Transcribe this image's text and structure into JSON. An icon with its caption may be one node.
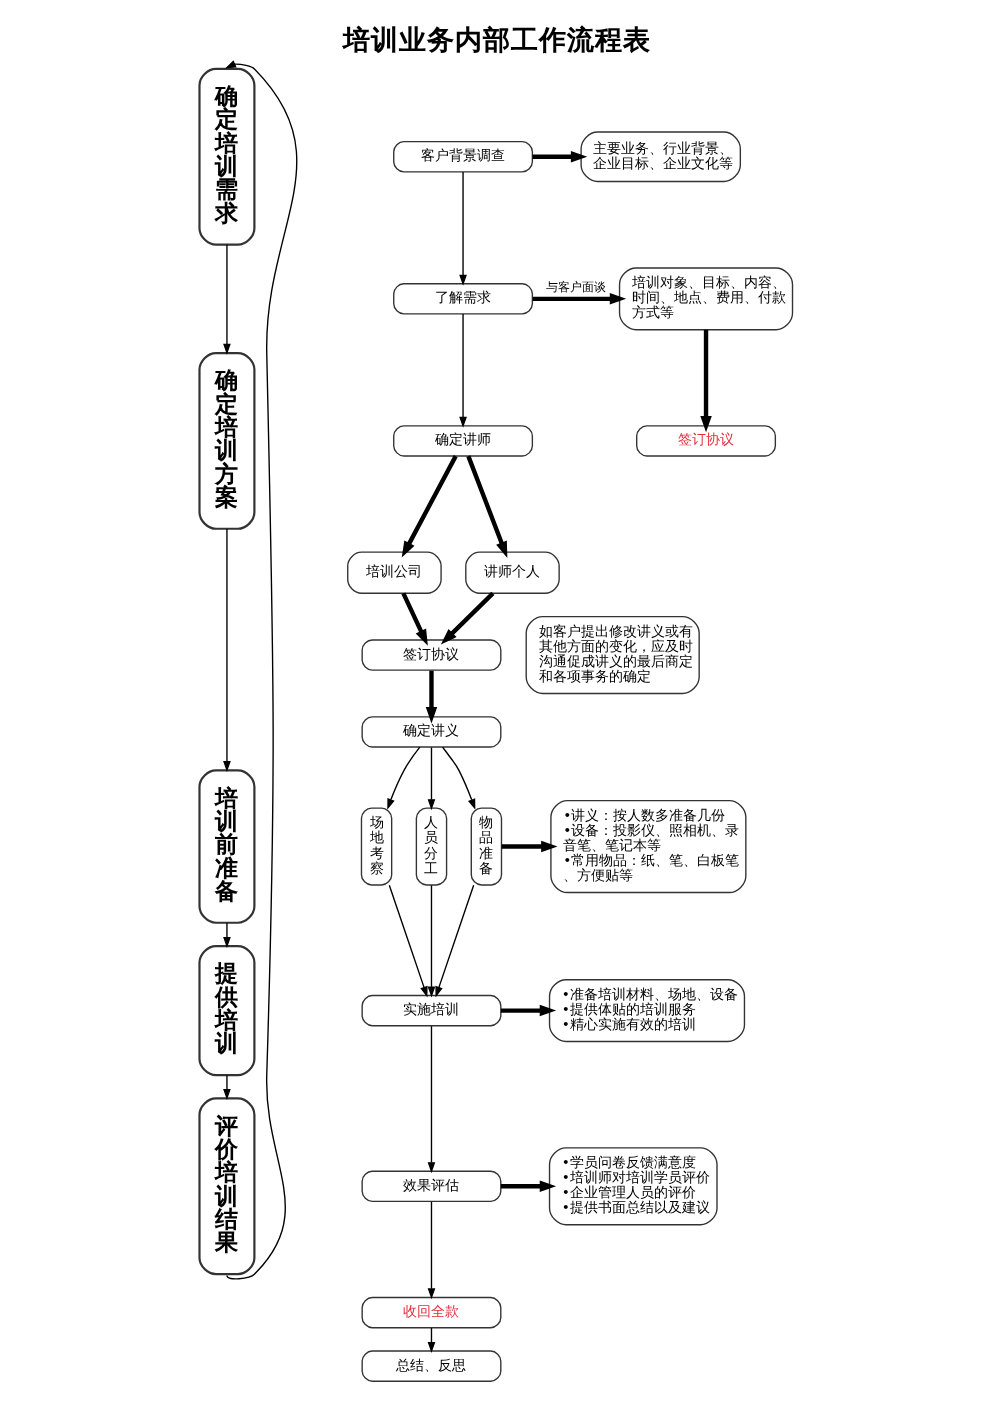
{
  "diagram": {
    "title": "培训业务内部工作流程表",
    "nodes": [
      {
        "text": [
          "确定培训需求"
        ]
      },
      {
        "text": [
          "客户背景调查"
        ]
      },
      {
        "text": [
          "主要业务、行业背景、企业目标、企业文化等"
        ]
      },
      {
        "text": [
          "了解需求"
        ]
      },
      {
        "text": [
          "培训对象、目标、内容、时间、地点、费用、付款方式等"
        ]
      },
      {
        "text": [
          "签订协议"
        ]
      },
      {
        "text": [
          "确定培训方案"
        ]
      },
      {
        "text": [
          "确定讲师"
        ]
      },
      {
        "text": [
          "培训公司"
        ]
      },
      {
        "text": [
          "讲师个人"
        ]
      },
      {
        "text": [
          "签订协议"
        ]
      },
      {
        "text": [
          "如客户提出修改讲义或有其他方面的变化，应及时沟通促成讲义的最后商定和各项事务的确定"
        ]
      },
      {
        "text": [
          "确定讲义"
        ]
      },
      {
        "text": [
          "培训前准备"
        ]
      },
      {
        "text": [
          "场地考察"
        ]
      },
      {
        "text": [
          "人员分工"
        ]
      },
      {
        "text": [
          "物品准备"
        ]
      },
      {
        "text": [
          "•讲义：按人数多准备几份",
          "•设备：投影仪、照相机、录音笔、笔记本等",
          "•常用物品：纸、笔、白板笔、方便贴等"
        ]
      },
      {
        "text": [
          "提供培训"
        ]
      },
      {
        "text": [
          "实施培训"
        ]
      },
      {
        "text": [
          "•准备培训材料、场地、设备",
          "•提供体贴的培训服务",
          "•精心实施有效的培训"
        ]
      },
      {
        "text": [
          "评价培训结果"
        ]
      },
      {
        "text": [
          "效果评估"
        ]
      },
      {
        "text": [
          "•学员问卷反馈满意度",
          "•培训师对培训学员评价",
          "•企业管理人员的评价",
          "•提供书面总结以及建议"
        ]
      },
      {
        "text": [
          "收回全款"
        ]
      },
      {
        "text": [
          "总结、反思"
        ]
      }
    ],
    "edges": [
      {
        "from": 0,
        "to": 6,
        "arrow": "to"
      },
      {
        "from": 6,
        "to": 13,
        "arrow": "to"
      },
      {
        "from": 13,
        "to": 18,
        "arrow": "to"
      },
      {
        "from": 18,
        "to": 21,
        "arrow": "to"
      },
      {
        "from": 21,
        "to": 0,
        "arrow": "to"
      },
      {
        "from": 1,
        "to": 2,
        "arrow": "to",
        "style": "thick"
      },
      {
        "from": 1,
        "to": 3,
        "arrow": "to"
      },
      {
        "from": 3,
        "to": 4,
        "arrow": "to",
        "label": "与客户面谈",
        "style": "thick"
      },
      {
        "from": 4,
        "to": 5,
        "arrow": "to",
        "style": "thick"
      },
      {
        "from": 3,
        "to": 7,
        "arrow": "to"
      },
      {
        "from": 7,
        "to": 8,
        "arrow": "to",
        "style": "thick"
      },
      {
        "from": 7,
        "to": 9,
        "arrow": "to",
        "style": "thick"
      },
      {
        "from": 8,
        "to": 10,
        "arrow": "to",
        "style": "thick"
      },
      {
        "from": 9,
        "to": 10,
        "arrow": "to",
        "style": "thick"
      },
      {
        "from": 10,
        "to": 12,
        "arrow": "to",
        "style": "thick"
      },
      {
        "from": 12,
        "to": 14,
        "arrow": "to"
      },
      {
        "from": 12,
        "to": 15,
        "arrow": "to"
      },
      {
        "from": 12,
        "to": 16,
        "arrow": "to"
      },
      {
        "from": 16,
        "to": 17,
        "arrow": "to",
        "style": "thick"
      },
      {
        "from": 14,
        "to": 19,
        "arrow": "to"
      },
      {
        "from": 15,
        "to": 19,
        "arrow": "to"
      },
      {
        "from": 16,
        "to": 19,
        "arrow": "to"
      },
      {
        "from": 19,
        "to": 20,
        "arrow": "to",
        "style": "thick"
      },
      {
        "from": 19,
        "to": 22,
        "arrow": "to"
      },
      {
        "from": 22,
        "to": 23,
        "arrow": "to",
        "style": "thick"
      },
      {
        "from": 22,
        "to": 24,
        "arrow": "to"
      },
      {
        "from": 24,
        "to": 25,
        "arrow": "to"
      }
    ]
  }
}
